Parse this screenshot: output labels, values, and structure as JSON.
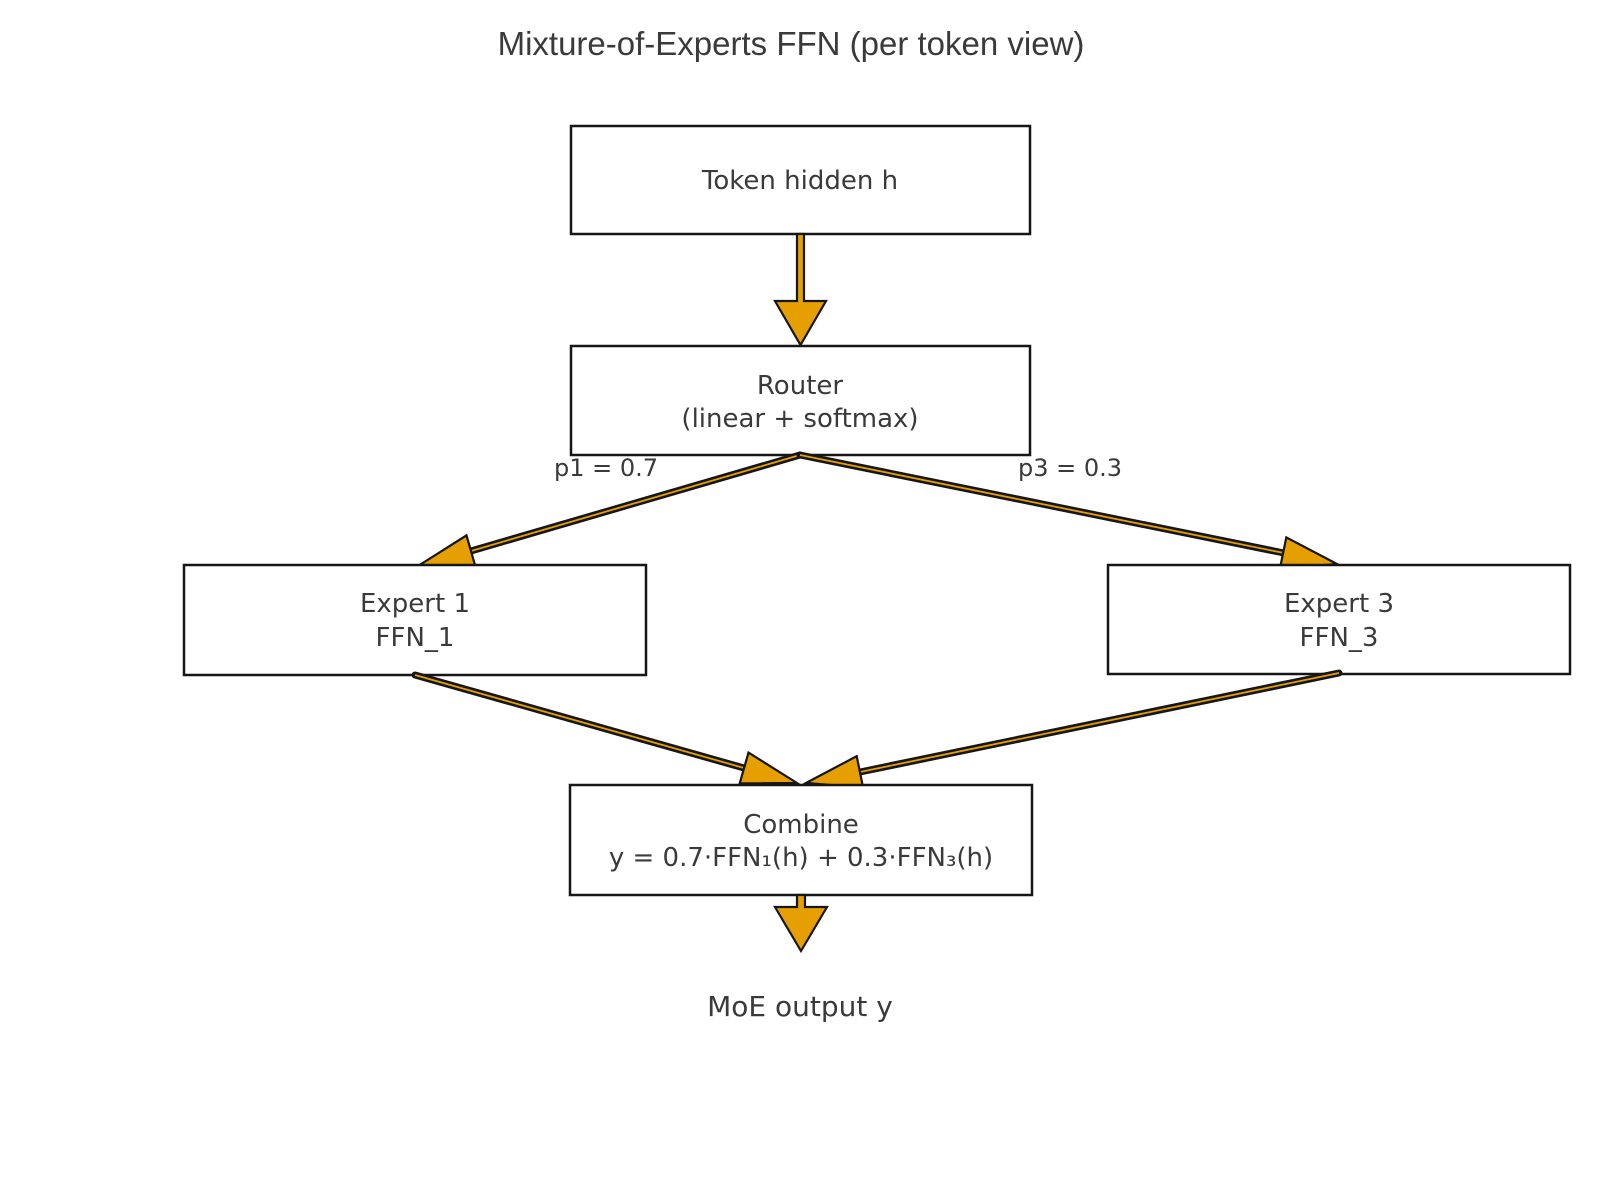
{
  "title": "Mixture-of-Experts FFN (per token view)",
  "colors": {
    "arrow": "#E69F00",
    "edge": "#161616",
    "text": "#3a3a3a",
    "box_fill": "#ffffff",
    "bg": "#ffffff"
  },
  "nodes": {
    "token": {
      "label": "Token hidden h"
    },
    "router": {
      "line1": "Router",
      "line2": "(linear + softmax)"
    },
    "expert1": {
      "line1": "Expert 1",
      "line2": "FFN_1"
    },
    "expert3": {
      "line1": "Expert 3",
      "line2": "FFN_3"
    },
    "combine": {
      "line1": "Combine",
      "line2": "y = 0.7·FFN₁(h) + 0.3·FFN₃(h)"
    }
  },
  "edges": {
    "p1_label": "p1 = 0.7",
    "p3_label": "p3 = 0.3"
  },
  "output_label": "MoE output y"
}
